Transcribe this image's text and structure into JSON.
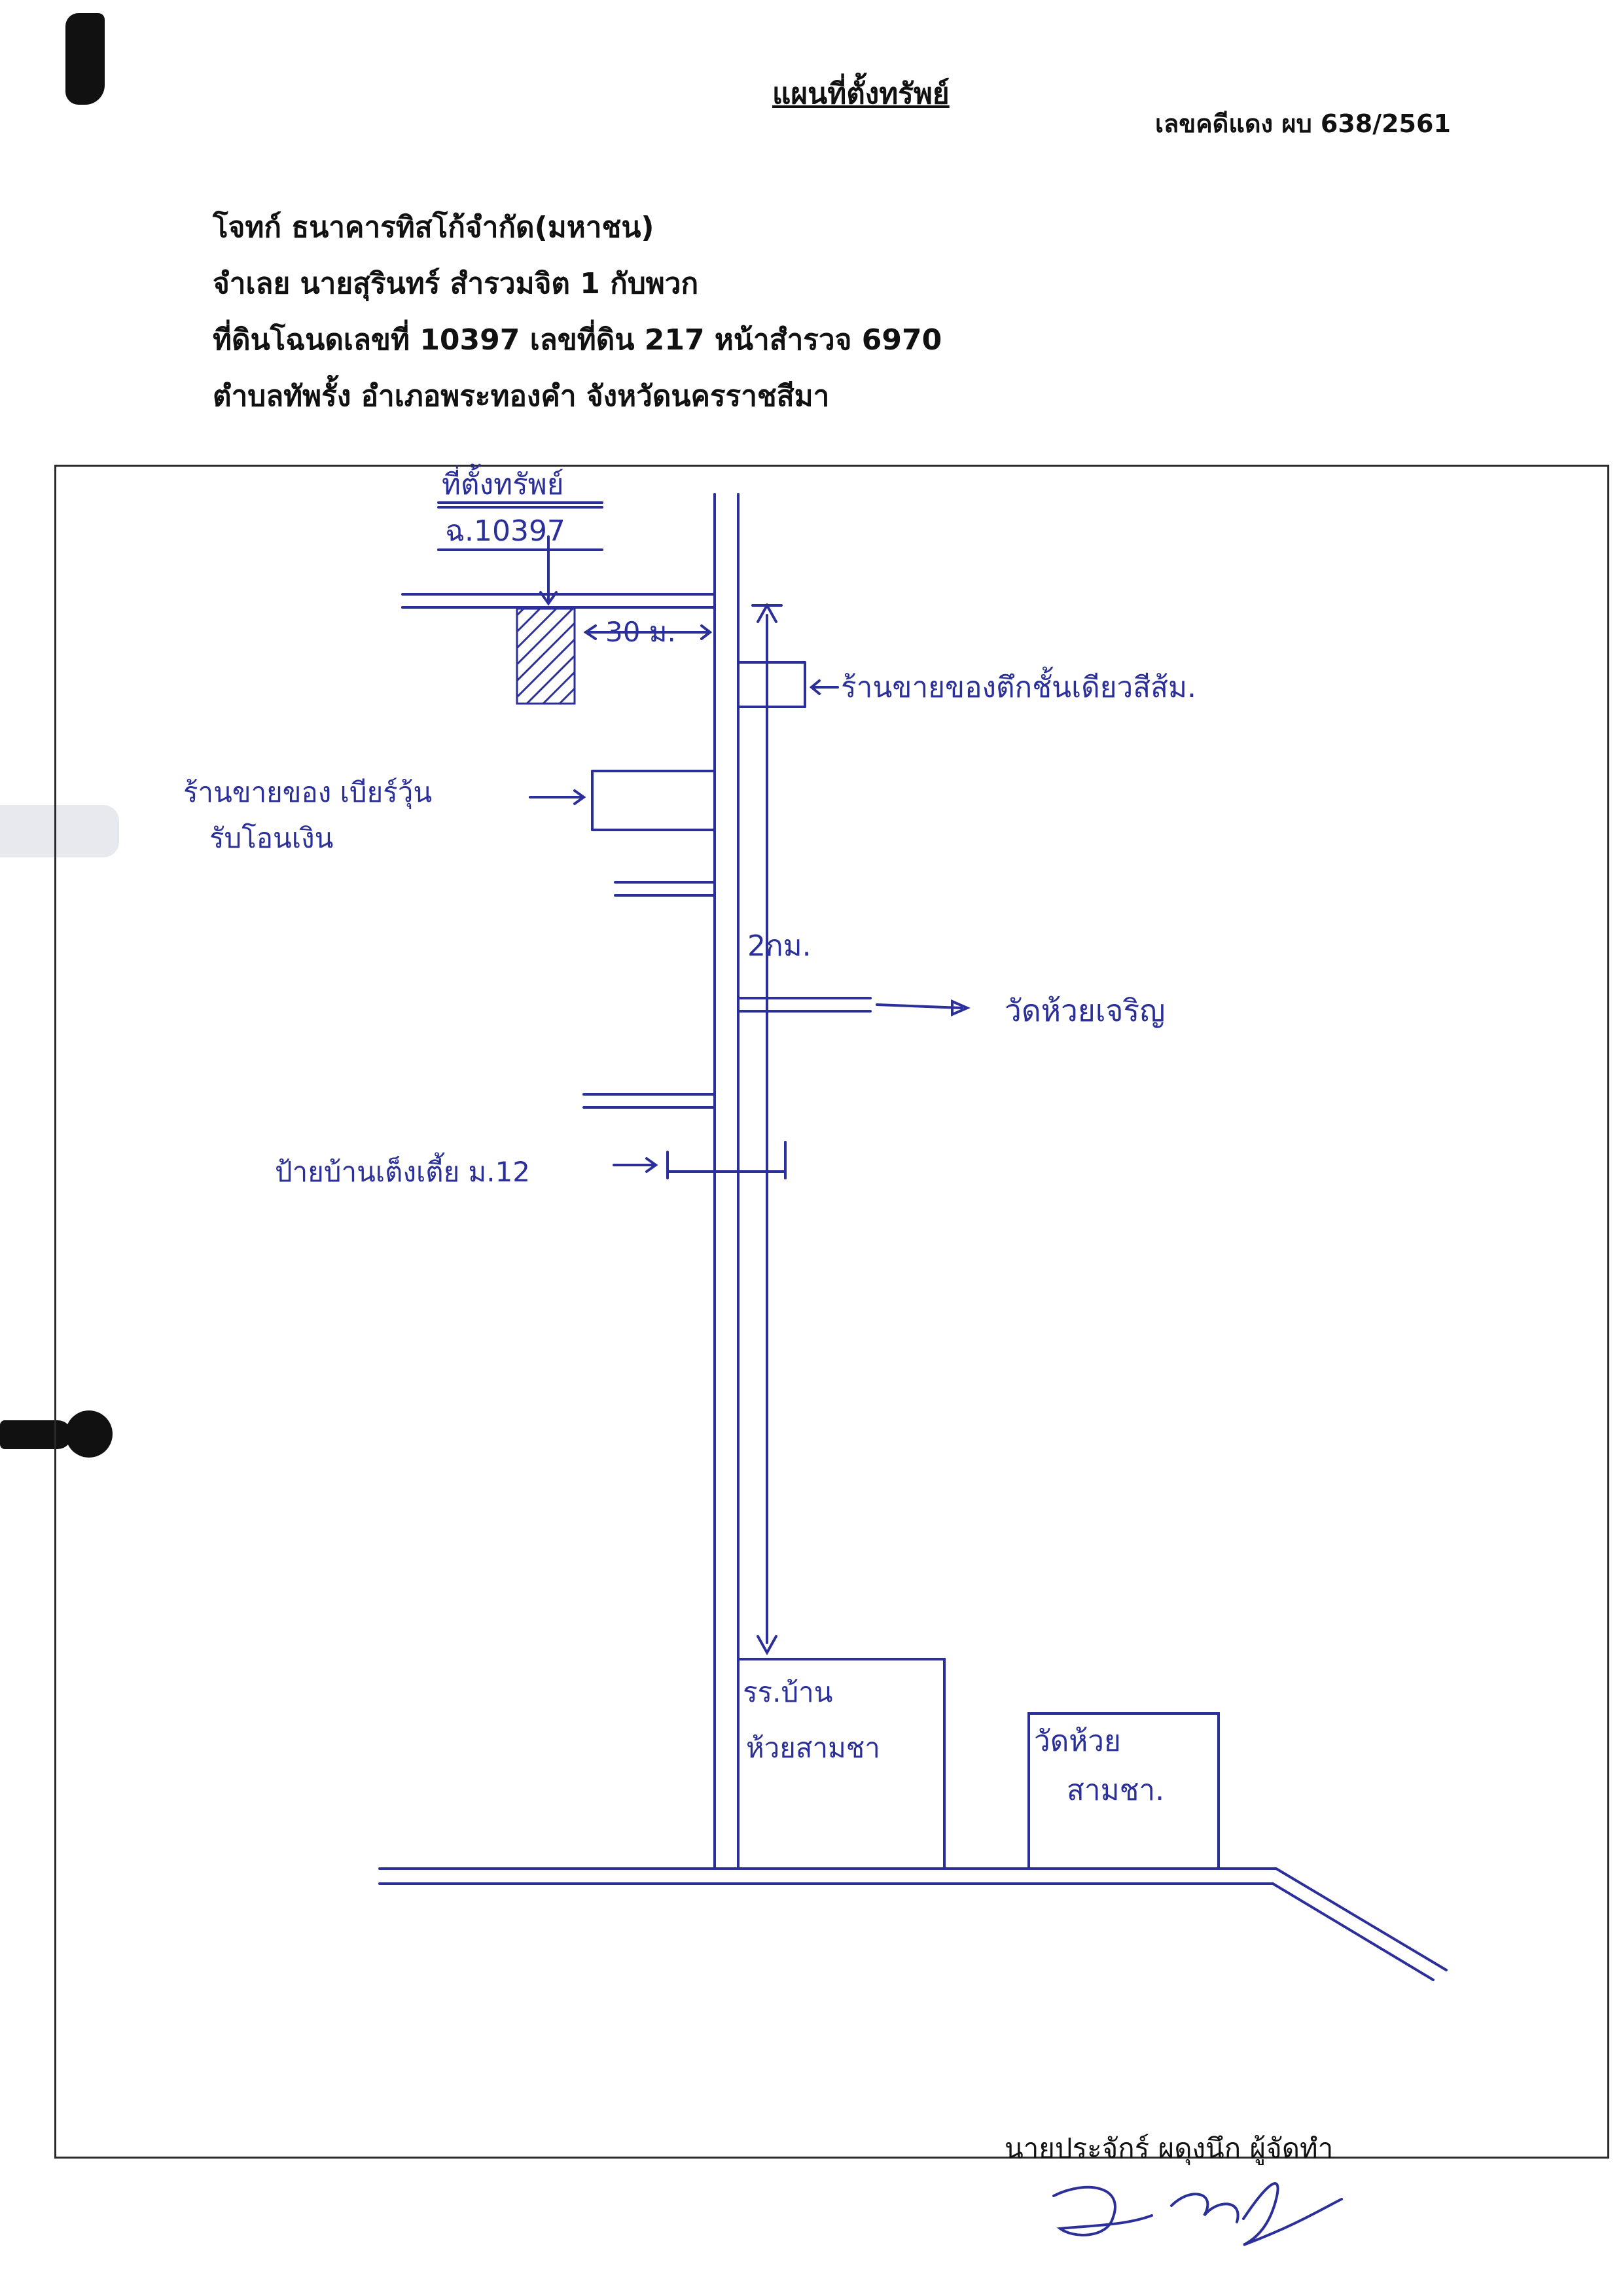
{
  "document": {
    "title": "แผนที่ตั้งทรัพย์",
    "case_number": "เลขคดีแดง ผบ 638/2561",
    "plaintiff": "โจทก์ ธนาคารทิสโก้จำกัด(มหาชน)",
    "defendant": "จำเลย นายสุรินทร์ สำรวมจิต 1 กับพวก",
    "land_deed": "ที่ดินโฉนดเลขที่ 10397 เลขที่ดิน 217 หน้าสำรวจ 6970",
    "location": "ตำบลทัพรั้ง  อำเภอพระทองคำ  จังหวัดนครราชสีมา",
    "prepared_by": "นายประจักร์ ผดุงนึก ผู้จัดทำ"
  },
  "map": {
    "property_label_line1": "ที่ตั้งทรัพย์",
    "property_label_line2": "ฉ.10397",
    "distance_property": "30 ม.",
    "shop_right": "ร้านขายของตึกชั้นเดียวสีส้ม.",
    "shop_left_line1": "ร้านขายของ เบียร์วุ้น",
    "shop_left_line2": "รับโอนเงิน",
    "distance_main": "2กม.",
    "temple_right": "วัดห้วยเจริญ",
    "village_sign": "ป้ายบ้านเต็งเตี้ย ม.12",
    "school_line1": "รร.บ้าน",
    "school_line2": "ห้วยสามชา",
    "temple_bottom_line1": "วัดห้วย",
    "temple_bottom_line2": "สามชา."
  },
  "colors": {
    "ink": "#2b2f9a",
    "text": "#111111",
    "frame": "#2a2a2a"
  }
}
